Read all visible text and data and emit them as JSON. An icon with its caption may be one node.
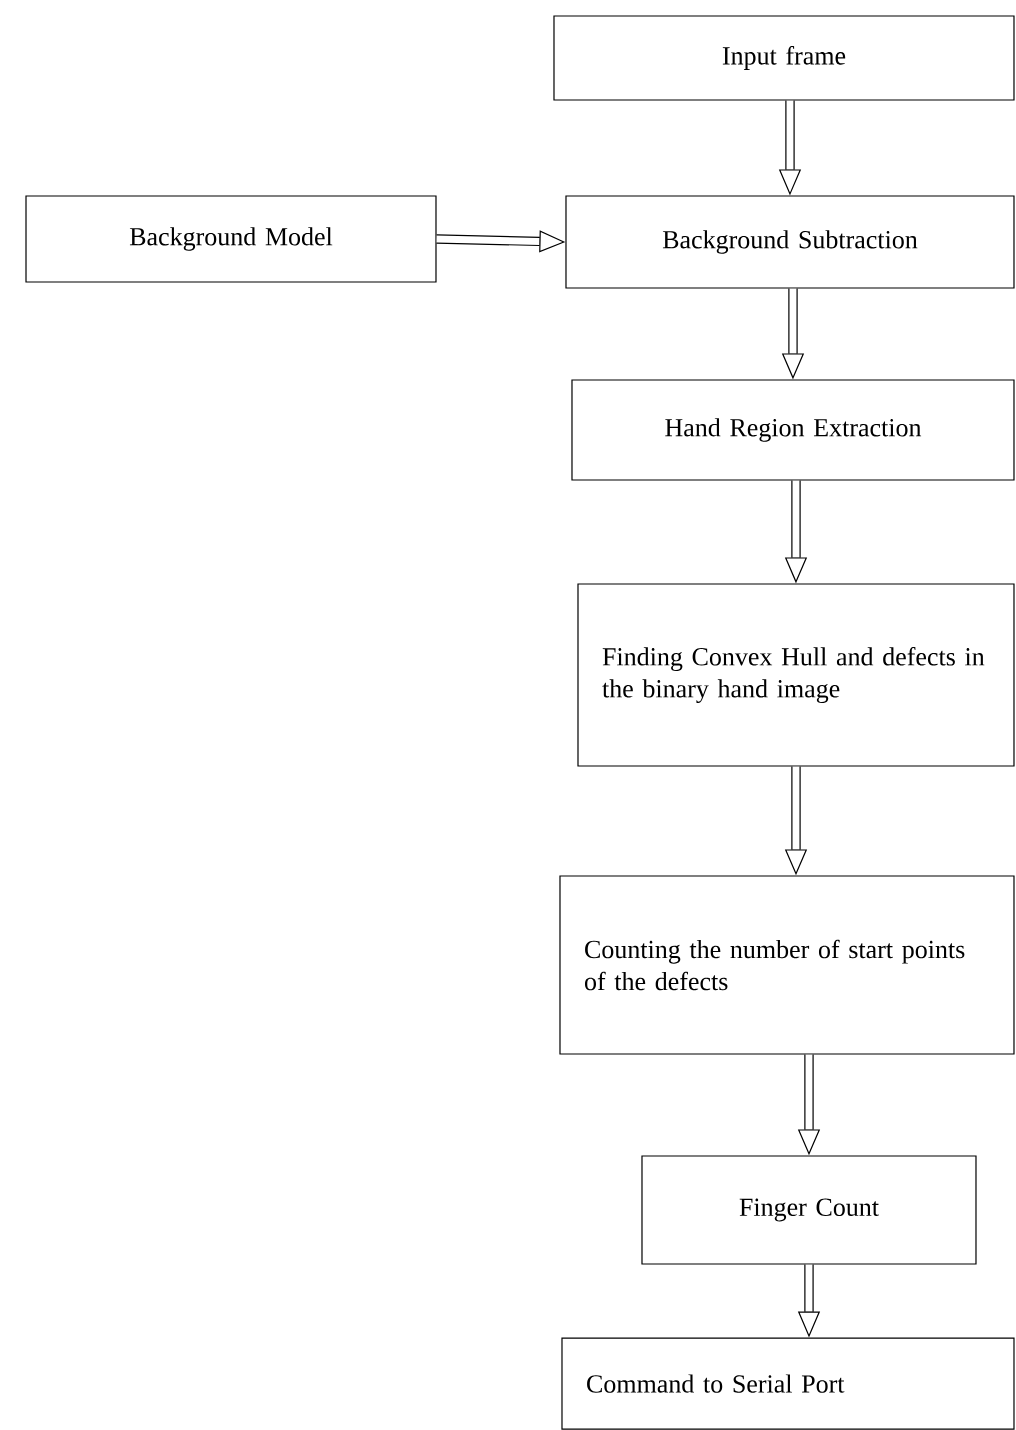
{
  "diagram": {
    "nodes": [
      {
        "text": [
          "Input frame"
        ]
      },
      {
        "text": [
          "Background Model"
        ]
      },
      {
        "text": [
          "Background Subtraction"
        ]
      },
      {
        "text": [
          "Hand Region Extraction"
        ]
      },
      {
        "text": [
          "Finding Convex Hull and defects in the binary hand image"
        ]
      },
      {
        "text": [
          "Counting the number of start points of the defects"
        ]
      },
      {
        "text": [
          "Finger Count"
        ]
      },
      {
        "text": [
          "Command to Serial Port"
        ]
      }
    ],
    "edges": [
      {
        "from": 0,
        "to": 2,
        "arrow": "to"
      },
      {
        "from": 1,
        "to": 2,
        "arrow": "to"
      },
      {
        "from": 2,
        "to": 3,
        "arrow": "to"
      },
      {
        "from": 3,
        "to": 4,
        "arrow": "to"
      },
      {
        "from": 4,
        "to": 5,
        "arrow": "to"
      },
      {
        "from": 5,
        "to": 6,
        "arrow": "to"
      },
      {
        "from": 6,
        "to": 7,
        "arrow": "to"
      }
    ]
  }
}
